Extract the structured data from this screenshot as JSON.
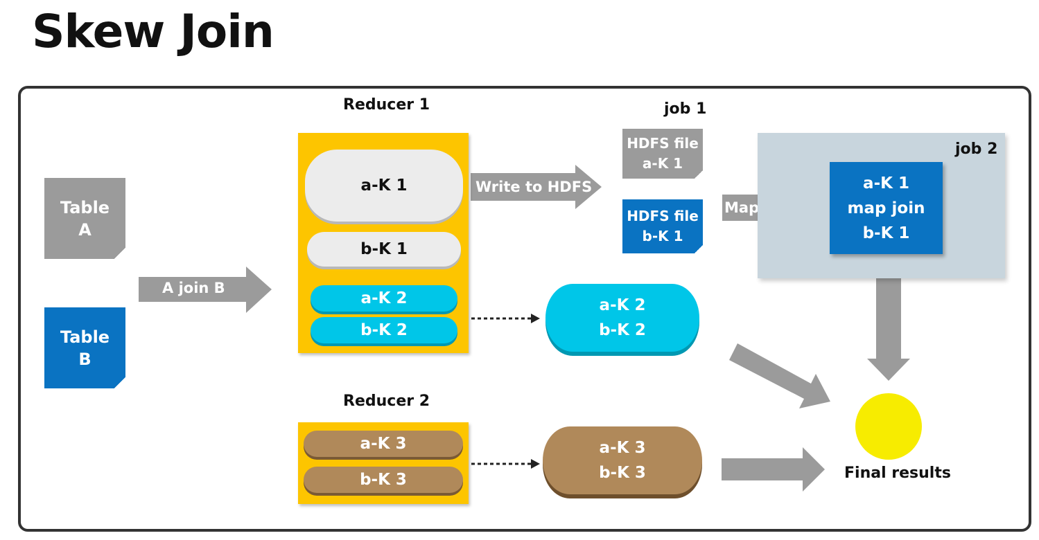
{
  "title": "Skew Join",
  "tables": {
    "a": "Table\nA",
    "b": "Table\nB"
  },
  "join_arrow_label": "A join B",
  "reducer1": {
    "label": "Reducer 1",
    "items": [
      "a-K 1",
      "b-K 1",
      "a-K 2",
      "b-K 2"
    ]
  },
  "reducer2": {
    "label": "Reducer 2",
    "items": [
      "a-K 3",
      "b-K 3"
    ]
  },
  "write_arrow_label": "Write to HDFS",
  "job1": {
    "label": "job 1",
    "file_a": "HDFS file\na-K 1",
    "file_b": "HDFS file\nb-K 1"
  },
  "map_arrow_label": "Map join",
  "job2": {
    "label": "job 2",
    "line1": "a-K 1",
    "line2": "map join",
    "line3": "b-K 1"
  },
  "k2_blob": {
    "line1": "a-K 2",
    "line2": "b-K 2"
  },
  "k3_blob": {
    "line1": "a-K 3",
    "line2": "b-K 3"
  },
  "final_label": "Final results",
  "colors": {
    "gray": "#9b9b9b",
    "blue": "#0a73c2",
    "yellow": "#fdc500",
    "cyan": "#00c6e8",
    "brown": "#b0895a",
    "final": "#f7ec00"
  }
}
